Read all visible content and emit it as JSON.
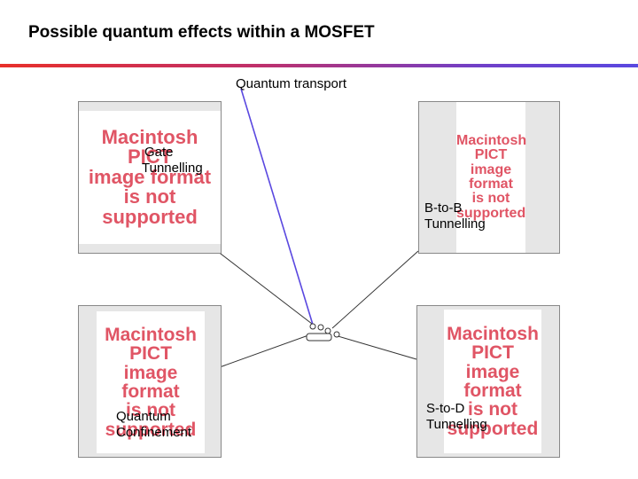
{
  "title": "Possible quantum effects within a MOSFET",
  "labels": {
    "quantum_transport": "Quantum transport",
    "gate_tunnelling": [
      "Gate",
      "Tunnelling"
    ],
    "btob_tunnelling": [
      "B-to-B",
      "Tunnelling"
    ],
    "quantum_confinement": [
      "Quantum",
      "Confinement"
    ],
    "stod_tunnelling": [
      "S-to-D",
      "Tunnelling"
    ]
  },
  "placeholder": [
    "Macintosh PICT",
    "image format",
    "is not supported"
  ],
  "colors": {
    "accent_start": "#e8302a",
    "accent_end": "#5a48e0",
    "placeholder_text": "#e05565"
  }
}
